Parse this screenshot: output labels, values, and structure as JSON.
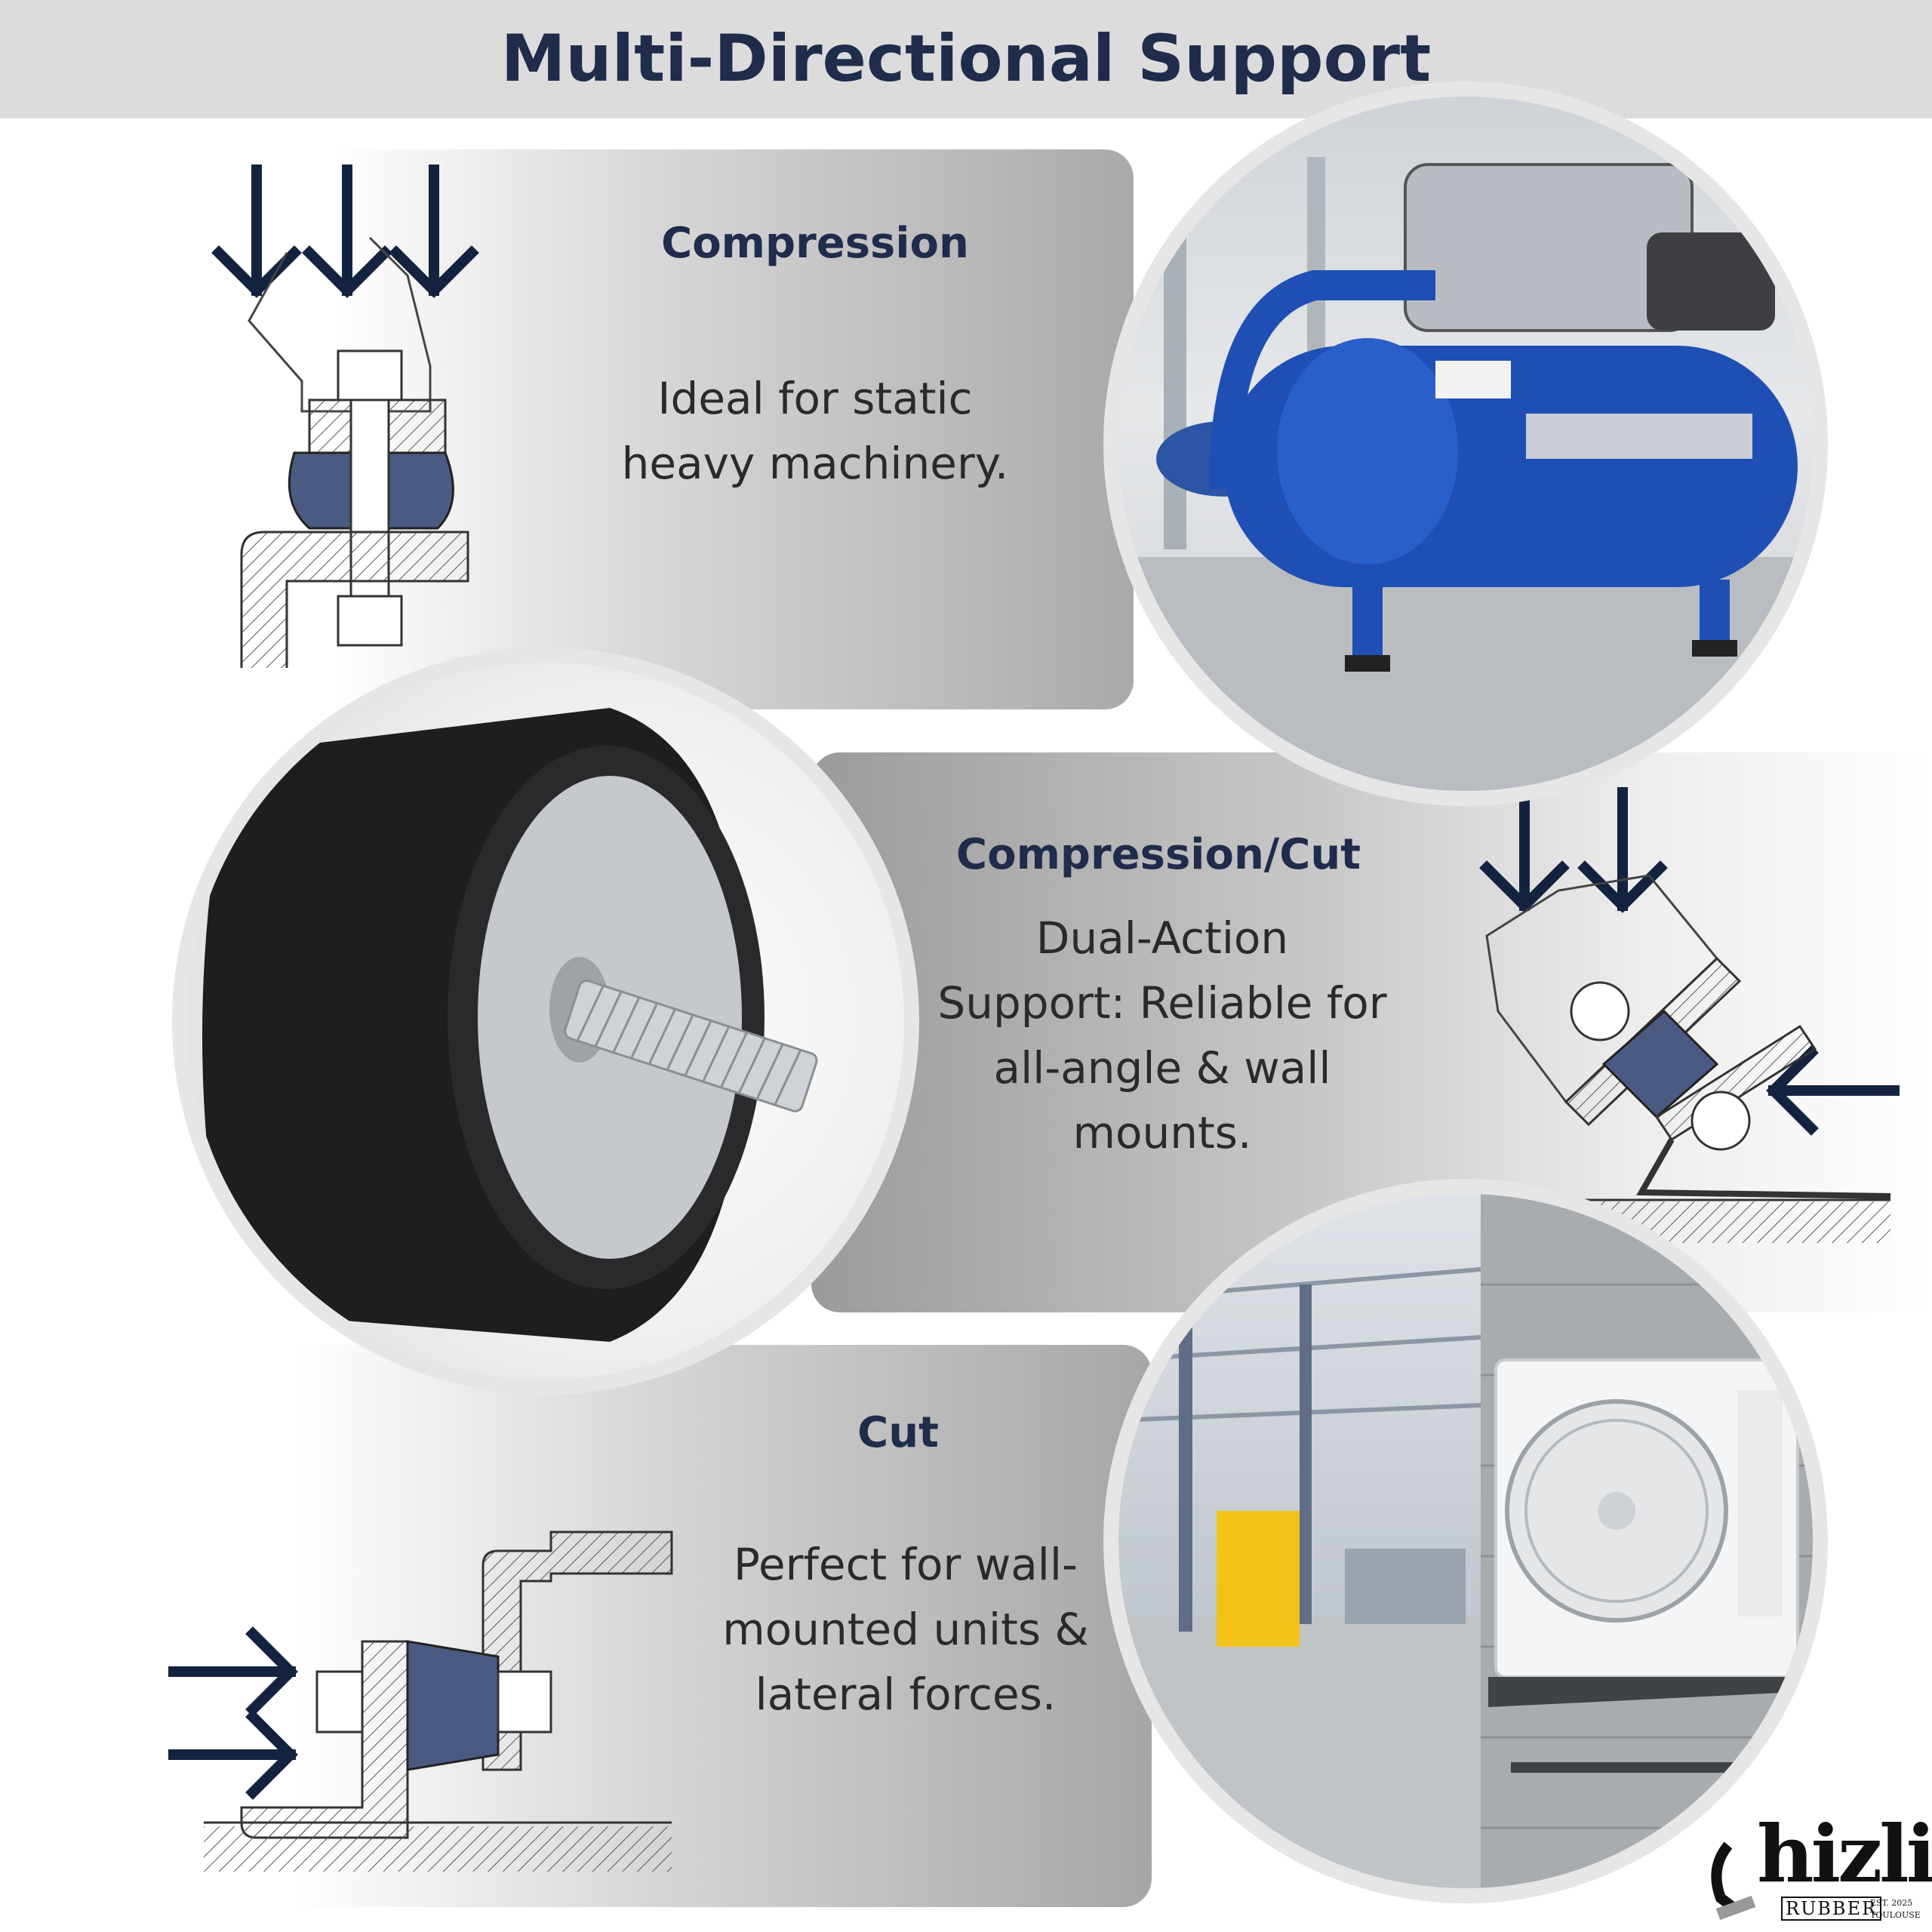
{
  "header": {
    "title": "Multi-Directional Support"
  },
  "sections": [
    {
      "heading": "Compression",
      "description": "Ideal for static heavy machinery."
    },
    {
      "heading": "Compression/Cut",
      "description": "Dual-Action Support: Reliable for all-angle & wall mounts."
    },
    {
      "heading": "Cut",
      "description": "Perfect for wall-mounted units & lateral forces."
    }
  ],
  "brand": {
    "name": "hizli",
    "subtitle": "RUBBER",
    "est": "EST. 2025",
    "city": "TOULOUSE"
  },
  "colors": {
    "navy": "#1f2c4c",
    "header_bg": "#dcdcdc",
    "rubber_blue": "#4a5a82",
    "compressor_blue": "#1f4fb5"
  }
}
